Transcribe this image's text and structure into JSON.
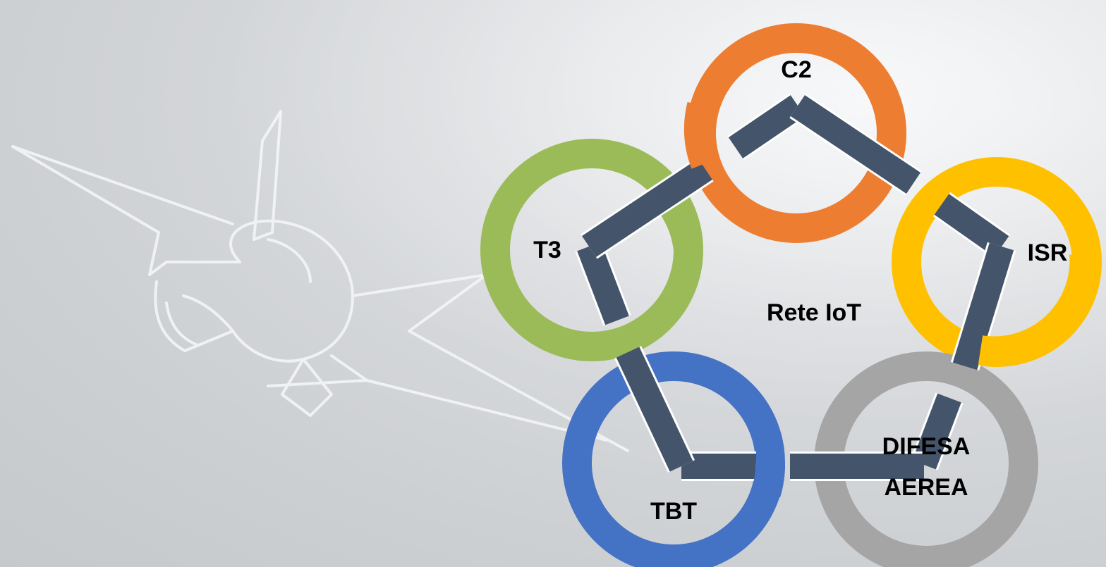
{
  "diagram": {
    "center_label": "Rete IoT",
    "nodes": [
      {
        "id": "c2",
        "label": "C2",
        "color": "#ED7D31"
      },
      {
        "id": "isr",
        "label": "ISR",
        "color": "#FFC000"
      },
      {
        "id": "difesa-aerea",
        "label_line1": "DIFESA",
        "label_line2": "AEREA",
        "color": "#A5A5A5"
      },
      {
        "id": "tbt",
        "label": "TBT",
        "color": "#4472C4"
      },
      {
        "id": "t3",
        "label": "T3",
        "color": "#9BBB59"
      }
    ],
    "arrow_color": "#44546A",
    "background_image": "fighter-jet-sketch"
  }
}
